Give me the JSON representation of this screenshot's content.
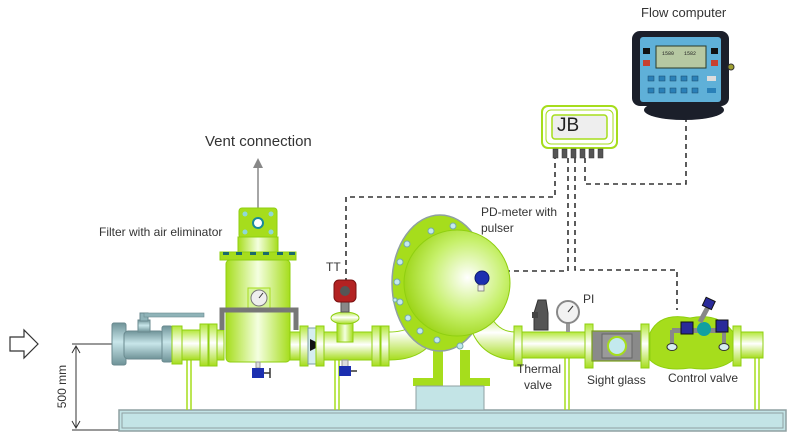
{
  "labels": {
    "flow_computer": "Flow computer",
    "jb": "JB",
    "vent_connection": "Vent connection",
    "filter": "Filter with air eliminator",
    "tt": "TT",
    "pd_meter_line1": "PD-meter with",
    "pd_meter_line2": "pulser",
    "pi": "PI",
    "thermal_line1": "Thermal",
    "thermal_line2": "valve",
    "sight_glass": "Sight glass",
    "control_valve": "Control valve",
    "height_dim": "500 mm"
  },
  "flow_computer_display": {
    "reading_left": "1580",
    "reading_right": "1582"
  },
  "colors": {
    "pipe_green": "#a6dd1c",
    "pipe_light": "#eaffc2",
    "skid_blue": "#c3e4e6",
    "valve_gray_blue": "#8fb3b8",
    "dashed_signal": "#333333",
    "tt_red": "#b32222",
    "drain_valve_blue": "#1c2fb0"
  }
}
